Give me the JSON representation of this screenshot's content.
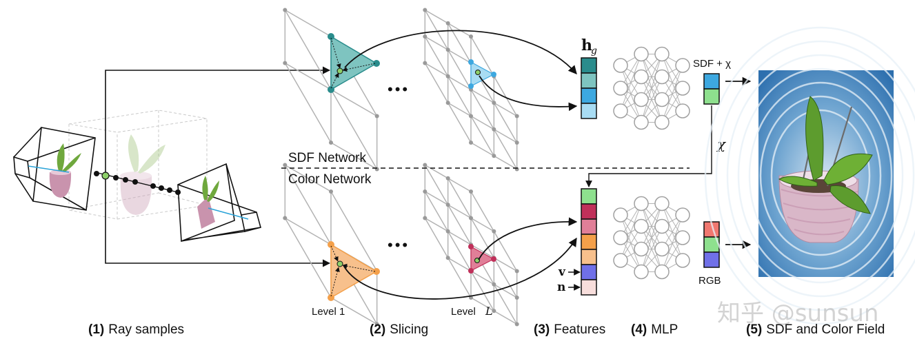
{
  "stages": [
    {
      "num": "(1)",
      "label": "Ray samples"
    },
    {
      "num": "(2)",
      "label": "Slicing"
    },
    {
      "num": "(3)",
      "label": "Features"
    },
    {
      "num": "(4)",
      "label": "MLP"
    },
    {
      "num": "(5)",
      "label": "SDF and Color Field"
    }
  ],
  "networks": {
    "sdf": "SDF Network",
    "color": "Color Network"
  },
  "levels": {
    "first": "Level 1",
    "last_prefix": "Level",
    "last_symbol": "L"
  },
  "labels": {
    "hg_main": "h",
    "hg_sub": "g",
    "sdf_out": "SDF + χ",
    "chi": "χ",
    "rgb": "RGB",
    "v": "v",
    "n": "n",
    "dots": "•••"
  },
  "watermark": "知乎 @sunsun",
  "colors": {
    "teal": "#2a8c8c",
    "teal_light": "#7ec4c0",
    "blue": "#3da8e0",
    "orange": "#f4a04a",
    "crimson": "#c0305a",
    "pink_fill": "#e07f98",
    "green": "#8ee08e",
    "salmon": "#f07870",
    "periwinkle": "#7070e8",
    "grid": "#b3b3b3",
    "field_bg": "#3a7fbf"
  }
}
